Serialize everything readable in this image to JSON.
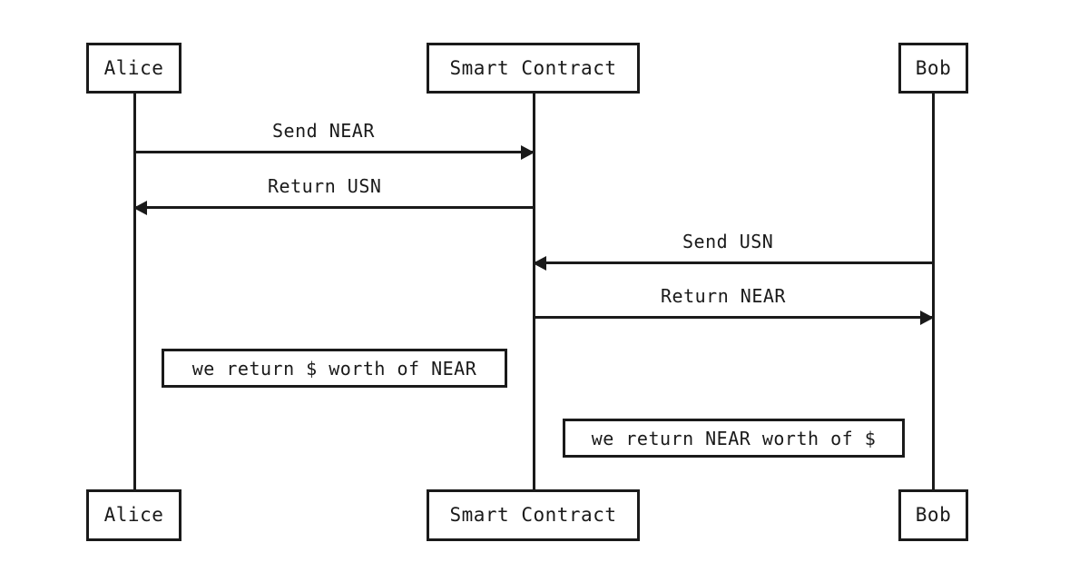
{
  "diagram": {
    "type": "sequence-diagram",
    "background_color": "#ffffff",
    "line_color": "#1a1a1a",
    "participants": [
      {
        "id": "alice",
        "label": "Alice"
      },
      {
        "id": "smart_contract",
        "label": "Smart Contract"
      },
      {
        "id": "bob",
        "label": "Bob"
      }
    ],
    "participants_bottom": [
      {
        "id": "alice",
        "label": "Alice"
      },
      {
        "id": "smart_contract",
        "label": "Smart Contract"
      },
      {
        "id": "bob",
        "label": "Bob"
      }
    ],
    "messages": [
      {
        "id": "m1",
        "label": "Send NEAR",
        "from": "alice",
        "to": "smart_contract",
        "direction": "right"
      },
      {
        "id": "m2",
        "label": "Return USN",
        "from": "smart_contract",
        "to": "alice",
        "direction": "left"
      },
      {
        "id": "m3",
        "label": "Send USN",
        "from": "bob",
        "to": "smart_contract",
        "direction": "left"
      },
      {
        "id": "m4",
        "label": "Return NEAR",
        "from": "smart_contract",
        "to": "bob",
        "direction": "right"
      }
    ],
    "notes": [
      {
        "id": "n1",
        "label": "we return $ worth of NEAR"
      },
      {
        "id": "n2",
        "label": "we return NEAR worth of $"
      }
    ]
  }
}
